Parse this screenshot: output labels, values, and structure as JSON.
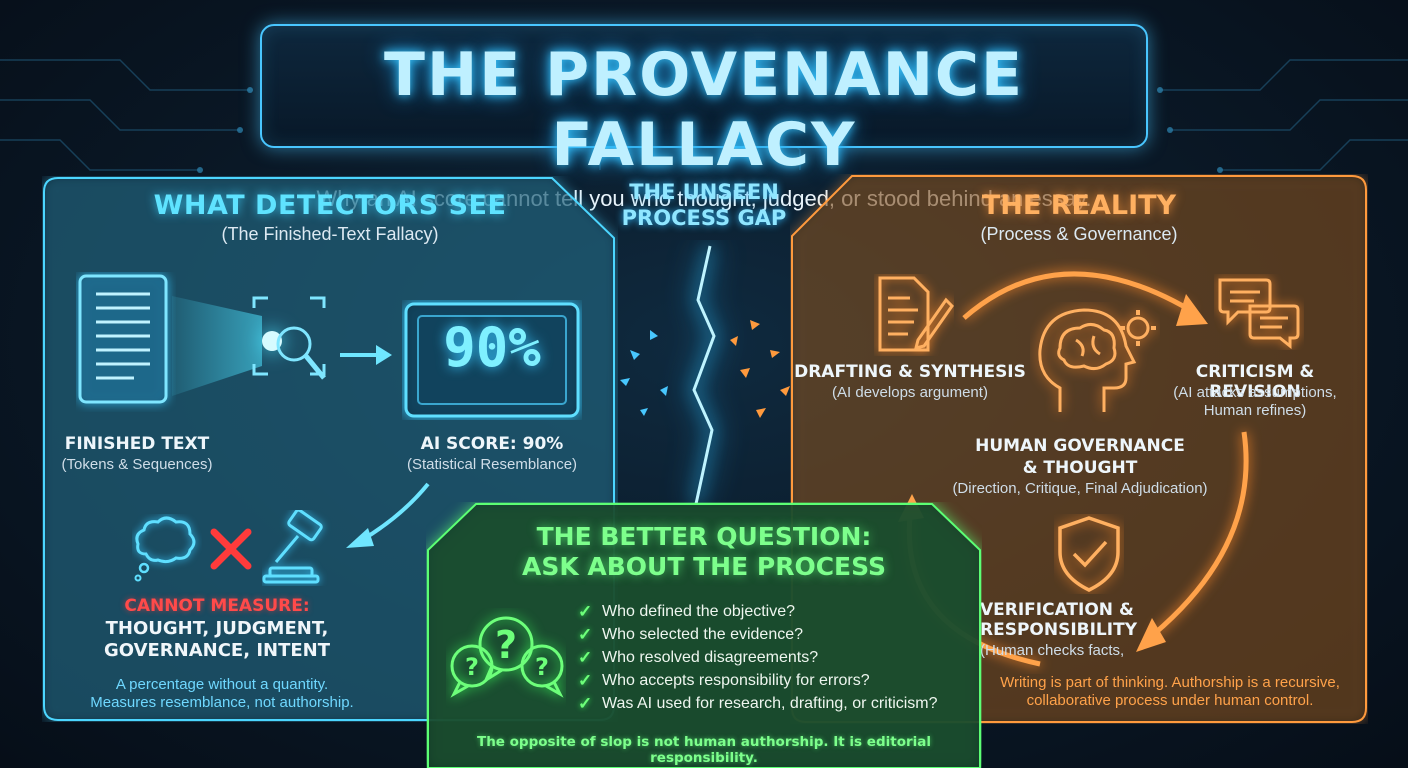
{
  "title": {
    "main": "THE PROVENANCE FALLACY",
    "subtitle": "Why an AI score cannot tell you who thought, judged, or stood behind an essay."
  },
  "left": {
    "heading": "WHAT DETECTORS SEE",
    "subheading": "(The Finished-Text Fallacy)",
    "finished_text_label": "FINISHED TEXT",
    "finished_text_note": "(Tokens & Sequences)",
    "score_value": "90%",
    "score_label": "AI SCORE: 90%",
    "score_note": "(Statistical Resemblance)",
    "cannot_measure_title": "CANNOT MEASURE:",
    "cannot_measure_line1": "THOUGHT, JUDGMENT,",
    "cannot_measure_line2": "GOVERNANCE, INTENT",
    "footer_line1": "A percentage without a quantity.",
    "footer_line2": "Measures resemblance, not authorship."
  },
  "gap": {
    "line1": "THE UNSEEN",
    "line2": "PROCESS GAP"
  },
  "right": {
    "heading": "THE REALITY",
    "subheading": "(Process & Governance)",
    "drafting_title": "DRAFTING & SYNTHESIS",
    "drafting_note": "(AI develops argument)",
    "criticism_title": "CRITICISM & REVISION",
    "criticism_note1": "(AI attacks assumptions,",
    "criticism_note2": "Human refines)",
    "governance_title1": "HUMAN GOVERNANCE",
    "governance_title2": "& THOUGHT",
    "governance_note": "(Direction, Critique, Final Adjudication)",
    "verification_title1": "VERIFICATION &",
    "verification_title2": "RESPONSIBILITY",
    "verification_note": "(Human checks facts,",
    "footer_line1": "Writing is part of thinking. Authorship is a recursive,",
    "footer_line2": "collaborative process under human control."
  },
  "question": {
    "heading1": "THE BETTER QUESTION:",
    "heading2": "ASK ABOUT THE PROCESS",
    "items": [
      "Who defined the objective?",
      "Who selected the evidence?",
      "Who resolved disagreements?",
      "Who accepts responsibility for errors?",
      "Was AI used for research, drafting, or criticism?"
    ],
    "footer": "The opposite of slop is not human authorship. It is editorial responsibility."
  },
  "colors": {
    "cyan": "#49c6ff",
    "orange": "#ff9a3d",
    "green": "#5cff74",
    "red": "#ff3b3b"
  },
  "icons": [
    "document-icon",
    "magnifier-scan-icon",
    "arrow-right-icon",
    "score-display-icon",
    "thought-bubble-icon",
    "x-mark-icon",
    "gavel-icon",
    "lightning-crack-icon",
    "pen-document-icon",
    "chat-bubbles-icon",
    "head-brain-gear-icon",
    "shield-check-icon",
    "question-bubbles-icon",
    "check-icon"
  ]
}
